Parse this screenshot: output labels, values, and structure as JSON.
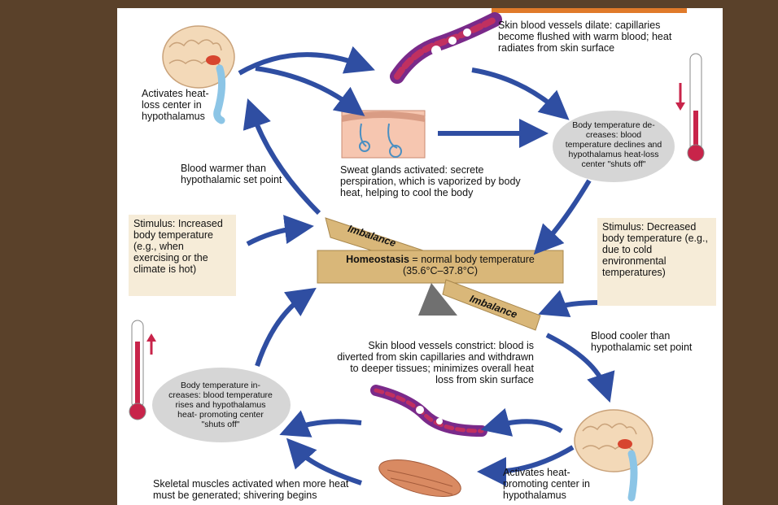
{
  "labels": {
    "activates_heat_loss": "Activates heat-loss center in hypothalamus",
    "skin_dilate": "Skin blood vessels dilate: capillaries become flushed with warm blood; heat radiates from skin surface",
    "body_temp_decreases": "Body temperature de- creases: blood temperature declines and hypothalamus heat-loss center \"shuts off\"",
    "blood_warmer": "Blood warmer than hypothalamic set point",
    "sweat_glands": "Sweat glands activated: secrete perspiration, which is vaporized by body heat, helping to cool the body",
    "stimulus_increased": "Stimulus: Increased body temperature (e.g., when exercising or the climate is hot)",
    "stimulus_decreased": "Stimulus: Decreased body temperature (e.g., due to cold environmental temperatures)",
    "imbalance_top": "Imbalance",
    "homeostasis_bold": "Homeostasis",
    "homeostasis_rest": " = normal body temperature (35.6°C–37.8°C)",
    "imbalance_bottom": "Imbalance",
    "blood_cooler": "Blood cooler than hypothalamic set point",
    "skin_constrict": "Skin blood vessels constrict: blood is diverted from skin capillaries and withdrawn to deeper tissues; minimizes overall heat loss from skin surface",
    "body_temp_increases": "Body temperature in- creases: blood temperature rises and hypothalamus heat- promoting center \"shuts off\"",
    "skeletal_muscles": "Skeletal muscles activated when more heat must be generated; shivering begins",
    "activates_heat_promoting": "Activates heat- promoting center in hypothalamus"
  },
  "colors": {
    "arrow": "#2f4ea2",
    "stimulus_box": "#f6ecd8",
    "seesaw": "#d9b779",
    "ellipse": "#d6d6d6",
    "background": "#5a412a",
    "thermo_red": "#c8244a"
  }
}
